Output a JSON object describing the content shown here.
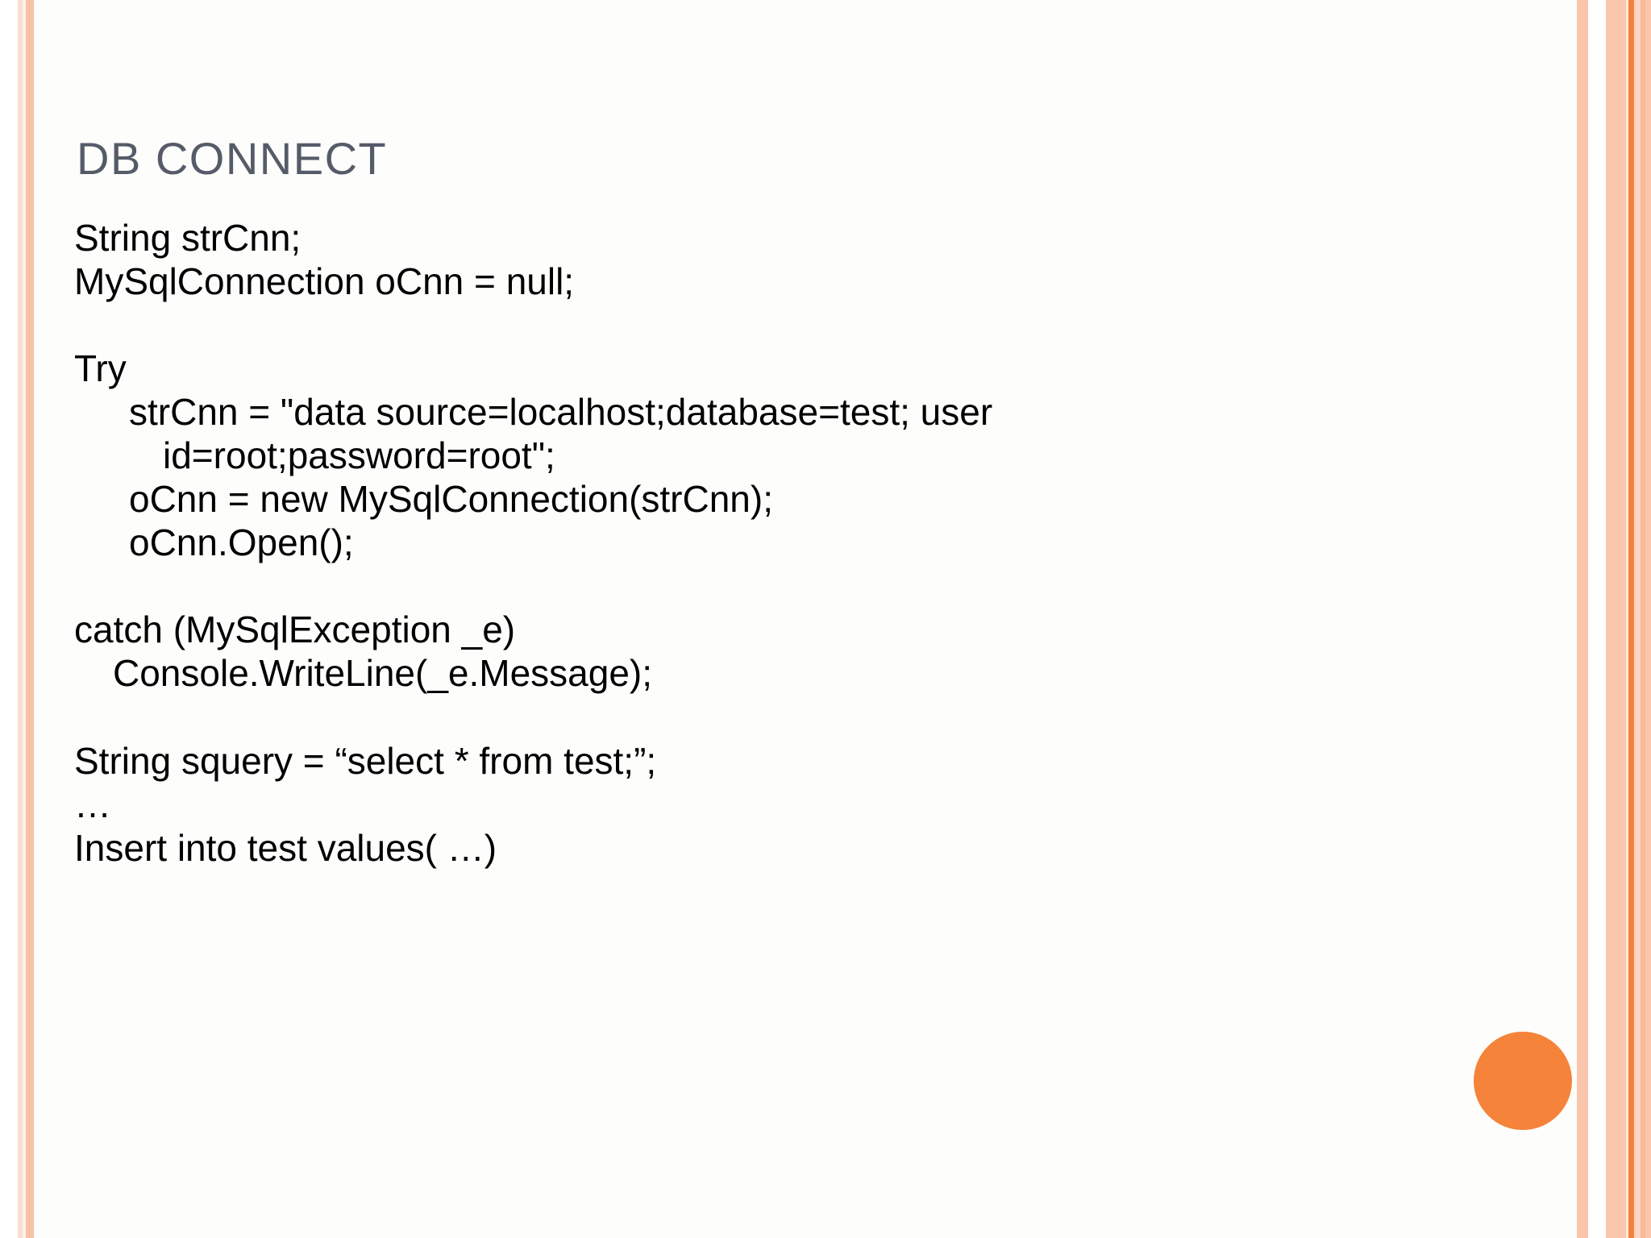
{
  "slide": {
    "title": "DB CONNECT",
    "title_color": "#565b69",
    "background_color": "#fdfefb",
    "accent_color": "#f5833a",
    "border_colors": {
      "pale_peach": "#fadfce",
      "cream": "#fdf2e8",
      "salmon": "#f8c2a6",
      "peach": "#fac6ab",
      "orange_rule": "#f4823c"
    }
  },
  "body": {
    "lines": [
      {
        "id": "l1",
        "indent": 0,
        "text": "String strCnn;"
      },
      {
        "id": "l2",
        "indent": 0,
        "text": "MySqlConnection oCnn = null;"
      },
      {
        "id": "l3",
        "indent": 0,
        "text": " "
      },
      {
        "id": "l4",
        "indent": 0,
        "text": "Try"
      },
      {
        "id": "l5",
        "indent": 1,
        "text": "strCnn = \"data source=localhost;database=test; user"
      },
      {
        "id": "l6",
        "indent": 2,
        "text": "id=root;password=root\";"
      },
      {
        "id": "l7",
        "indent": 1,
        "text": "oCnn = new MySqlConnection(strCnn);"
      },
      {
        "id": "l8",
        "indent": 1,
        "text": "oCnn.Open();"
      },
      {
        "id": "l9",
        "indent": 0,
        "text": " "
      },
      {
        "id": "l10",
        "indent": 0,
        "text": "catch (MySqlException _e)"
      },
      {
        "id": "l11",
        "indent": 3,
        "text": "Console.WriteLine(_e.Message);"
      },
      {
        "id": "l12",
        "indent": 0,
        "text": " "
      },
      {
        "id": "l13",
        "indent": 0,
        "text": "String squery = “select * from test;”;"
      },
      {
        "id": "l14",
        "indent": 0,
        "text": "…"
      },
      {
        "id": "l15",
        "indent": 0,
        "text": "Insert into test values( …)"
      }
    ]
  }
}
